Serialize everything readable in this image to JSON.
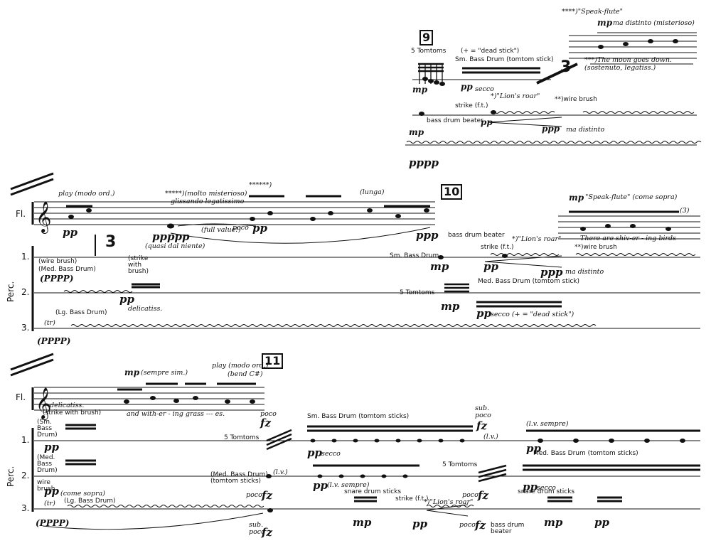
{
  "rehearsal_marks": {
    "m9": "9",
    "m10": "10",
    "m11": "11"
  },
  "instruments": {
    "flute": "Fl.",
    "perc": "Perc.",
    "perc1": "1.",
    "perc2": "2.",
    "perc3": "3."
  },
  "system1": {
    "tomtoms": "5 Tomtoms",
    "dead_stick": "(+ = \"dead stick\")",
    "sm_bass_drum": "Sm. Bass Drum (tomtom stick)",
    "mp": "mp",
    "pp_secco": "pp",
    "secco": "secco",
    "lions_roar": "*)\"Lion's roar\"",
    "strike": "strike (f.t.)",
    "pp": "pp",
    "wire_brush": "**)wire brush",
    "ppp": "ppp",
    "ma_distinto": "ma distinto",
    "bass_drum_beater": "bass drum beater",
    "mp2": "mp",
    "pppp": "pppp",
    "speak_flute": "****)\"Speak-flute\"",
    "mp_ma_distinto": "mp",
    "ma_distinto_misterioso": "ma distinto (misterioso)",
    "moon_text": "***)The moon goes down.",
    "sostenuto": "(sostenuto, legatiss.)",
    "three": "3"
  },
  "system2": {
    "play": "play (modo ord.)",
    "pp": "pp",
    "three": "3",
    "wire_brush": "(wire brush)",
    "med_bass_drum": "(Med. Bass Drum)",
    "pppp1": "(PPPP)",
    "lg_bass_drum": "(Lg. Bass Drum)",
    "tr": "(tr)",
    "pppp3": "(PPPP)",
    "strike_with_brush": "(strike with brush)",
    "pp2": "pp",
    "delicatiss": "delicatiss.",
    "quasi": "(quasi dal niente)",
    "ppppp": "ppppp",
    "molto": "*****)(molto misterioso)",
    "glissando": "glissando legatissimo",
    "full_value": "(full value!)",
    "poco": "poco",
    "pp_poco": "pp",
    "six_star": "******)",
    "lunga": "(lunga)",
    "ppp_end": "ppp",
    "bass_drum_beater": "bass drum beater",
    "sm_bass_drum": "Sm. Bass Drum",
    "mp": "mp",
    "strike": "strike (f.t.)",
    "lions_roar": "*)\"Lion's roar\"",
    "pp3": "pp",
    "tomtoms": "5 Tomtoms",
    "med_bd_tt": "Med. Bass Drum (tomtom stick)",
    "mp2": "mp",
    "pp_secco": "pp",
    "secco_dead": "secco (+ = \"dead stick\")",
    "speak_flute": "\"Speak-flute\" (come sopra)",
    "mp3": "mp",
    "shivering": "There are shiv-er - ing birds",
    "wire_brush2": "**)wire brush",
    "ppp2": "ppp",
    "ma_distinto": "ma distinto",
    "three_circle": "(3)"
  },
  "system3": {
    "delicatiss": "delicatiss.",
    "strike_with_brush": "(strike with brush)",
    "mp_sempre": "mp",
    "sempre_sim": "(sempre sim.)",
    "play_modo": "play (modo ord.)",
    "bend": "(bend C#)",
    "lyrics": "and with-er - ing grass --- es.",
    "sm_bass_drum_lbl": "(Sm. Bass Drum)",
    "pp1": "pp",
    "med_bass_drum_lbl": "(Med. Bass Drum)",
    "wire_brush": "wire brush",
    "come_sopra": "(come sopra)",
    "lg_bass_drum": "(Lg. Bass Drum)",
    "tr": "(tr)",
    "pppp": "(PPPP)",
    "pp2": "pp",
    "poco_fz": "poco",
    "fz": "fz",
    "tomtoms": "5 Tomtoms",
    "sm_bd_tt": "Sm. Bass Drum (tomtom sticks)",
    "pp_secco": "pp",
    "secco": "secco",
    "sub_poco": "sub. poco",
    "fz2": "fz",
    "lv": "(l.v.)",
    "lv_sempre": "(l.v. sempre)",
    "pp4": "pp",
    "med_bd_tt": "(Med. Bass Drum) (tomtom sticks)",
    "poco_fz2": "poco",
    "fz3": "fz",
    "lv2": "(l.v.)",
    "pp_lv_sempre": "pp",
    "lv_sempre2": "(l.v. sempre)",
    "tomtoms2": "5 Tomtoms",
    "poco_fz3": "poco",
    "fz4": "fz",
    "med_bd_tt2": "Med. Bass Drum (tomtom sticks)",
    "pp_secco2": "pp",
    "secco2": "secco",
    "snare1": "snare drum sticks",
    "mp_snare1": "mp",
    "strike": "strike (f.t.)",
    "lions_roar": "*)\"Lion's roar\"",
    "pp5": "pp",
    "poco_fz4": "poco",
    "fz5": "fz",
    "bass_drum_beater": "bass drum beater",
    "snare2": "snare drum sticks",
    "mp_snare2": "mp",
    "pp6": "pp",
    "sub_poco2": "sub. poco",
    "fz6": "fz"
  }
}
